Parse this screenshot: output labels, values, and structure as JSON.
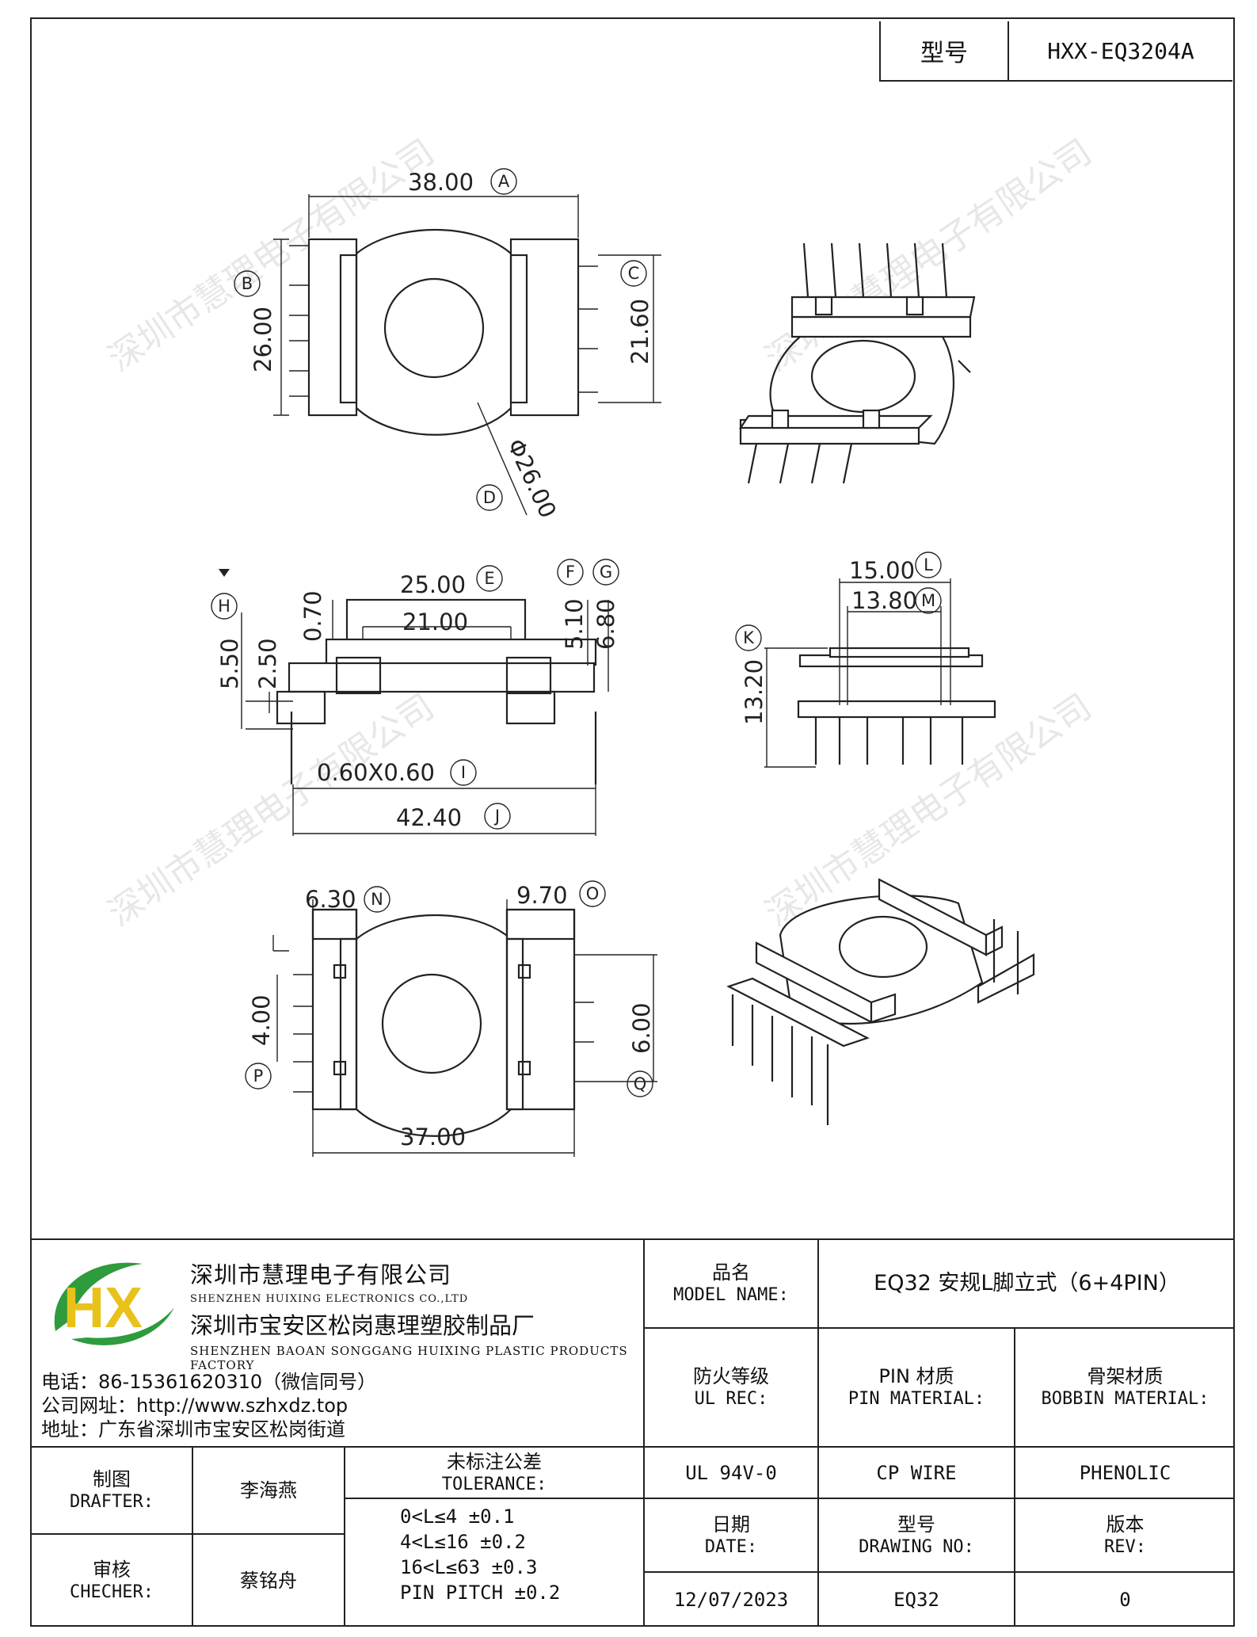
{
  "header": {
    "model_label": "型号",
    "model_value": "HXX-EQ3204A"
  },
  "dimensions": {
    "A": "38.00",
    "B": "26.00",
    "C": "21.60",
    "D": "Φ26.00",
    "E": "25.00",
    "inner_21": "21.00",
    "F": "5.10",
    "G": "6.80",
    "H": "5.50",
    "h_2_50": "2.50",
    "h_0_70": "0.70",
    "I": "0.60X0.60",
    "J": "42.40",
    "L": "15.00",
    "M": "13.80",
    "K": "13.20",
    "N": "6.30",
    "O": "9.70",
    "P": "4.00",
    "Q": "6.00",
    "bottom_37": "37.00"
  },
  "circle_letters": [
    "A",
    "B",
    "C",
    "D",
    "E",
    "F",
    "G",
    "H",
    "I",
    "J",
    "K",
    "L",
    "M",
    "N",
    "O",
    "P",
    "Q"
  ],
  "watermark": "深圳市慧理电子有限公司",
  "company": {
    "logo_text": "HX",
    "name_cn": "深圳市慧理电子有限公司",
    "name_en": "SHENZHEN HUIXING ELECTRONICS CO.,LTD",
    "factory_cn": "深圳市宝安区松岗惠理塑胶制品厂",
    "factory_en": "SHENZHEN BAOAN SONGGANG HUIXING PLASTIC PRODUCTS FACTORY",
    "phone": "电话：86-15361620310（微信同号）",
    "website": "公司网址：http://www.szhxdz.top",
    "address": "地址：广东省深圳市宝安区松岗街道"
  },
  "title_block": {
    "model_name_cn": "品名",
    "model_name_en": "MODEL NAME:",
    "model_name_value": "EQ32 安规L脚立式（6+4PIN）",
    "ul_cn": "防火等级",
    "ul_en": "UL REC:",
    "pin_cn": "PIN 材质",
    "pin_en": "PIN MATERIAL:",
    "bobbin_cn": "骨架材质",
    "bobbin_en": "BOBBIN MATERIAL:",
    "ul_value": "UL 94V-0",
    "pin_value": "CP WIRE",
    "bobbin_value": "PHENOLIC",
    "drafter_cn": "制图",
    "drafter_en": "DRAFTER:",
    "drafter_name": "李海燕",
    "checker_cn": "审核",
    "checker_en": "CHECHER:",
    "checker_name": "蔡铭舟",
    "tolerance_cn": "未标注公差",
    "tolerance_en": "TOLERANCE:",
    "tolerance_lines": [
      "0<L≤4   ±0.1",
      "4<L≤16  ±0.2",
      "16<L≤63 ±0.3",
      "PIN PITCH ±0.2"
    ],
    "date_cn": "日期",
    "date_en": "DATE:",
    "date_value": "12/07/2023",
    "drawing_cn": "型号",
    "drawing_en": "DRAWING NO:",
    "drawing_value": "EQ32",
    "rev_cn": "版本",
    "rev_en": "REV:",
    "rev_value": "0"
  },
  "colors": {
    "logo_green": "#2e9b3c",
    "logo_yellow": "#e8c21b",
    "line": "#222222"
  }
}
